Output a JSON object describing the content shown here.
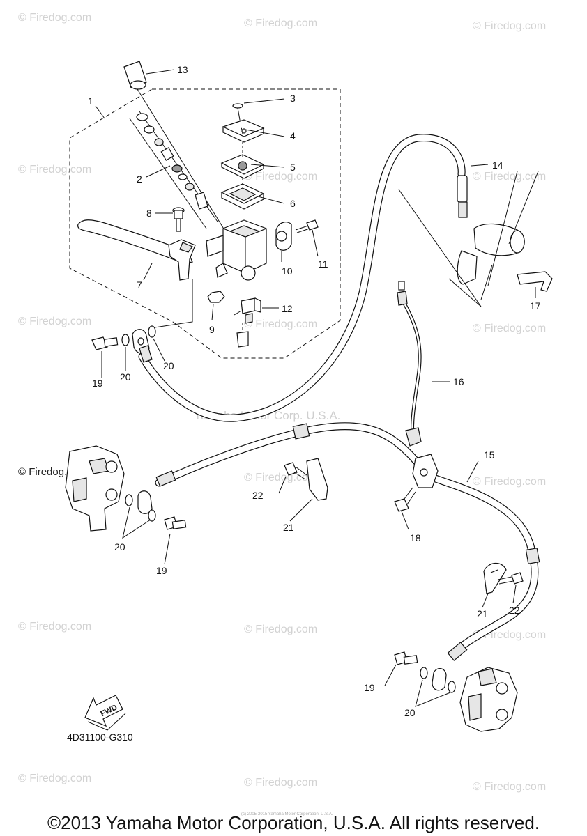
{
  "watermark": {
    "site": "© Firedog.com",
    "company": "Yamaha Motor Corp. U.S.A.",
    "fine_print": "(c) 2005-2015 Yamaha Motor Corporation, U.S.A."
  },
  "diagram_code": "4D31100-G310",
  "fwd_label": "FWD",
  "copyright": "©2013 Yamaha Motor Corporation, U.S.A. All rights reserved.",
  "part_numbers": [
    "1",
    "2",
    "3",
    "4",
    "5",
    "6",
    "7",
    "8",
    "9",
    "10",
    "11",
    "12",
    "13",
    "14",
    "15",
    "16",
    "17",
    "18",
    "19",
    "20",
    "21",
    "22"
  ]
}
